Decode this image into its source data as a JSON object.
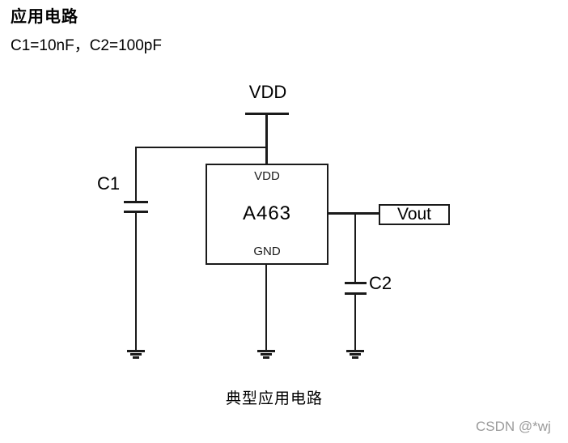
{
  "page": {
    "title": "应用电路",
    "subtitle": "C1=10nF，C2=100pF",
    "caption": "典型应用电路",
    "watermark": "CSDN @*wj"
  },
  "circuit": {
    "power_rail_label": "VDD",
    "chip": {
      "part_number": "A463",
      "top_pin_label": "VDD",
      "bottom_pin_label": "GND"
    },
    "capacitor1_label": "C1",
    "capacitor2_label": "C2",
    "output_port_label": "Vout"
  },
  "colors": {
    "line": "#1a1a1a",
    "text": "#000000",
    "watermark": "#9b9b9b",
    "background": "#ffffff"
  }
}
